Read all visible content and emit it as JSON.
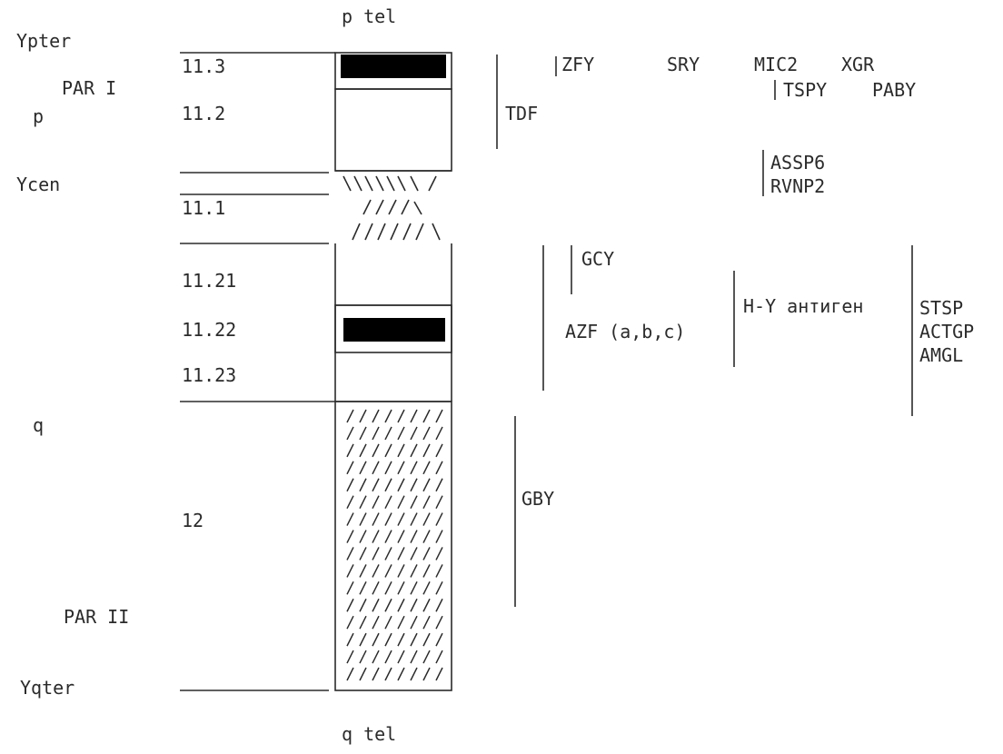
{
  "tel": {
    "top": "p tel",
    "bottom": "q tel"
  },
  "left_labels": {
    "ypter": "Ypter",
    "par1": "PAR I",
    "p": "p",
    "ycen": "Ycen",
    "q": "q",
    "par2": "PAR II",
    "yqter": "Yqter"
  },
  "bands": [
    "11.3",
    "11.2",
    "11.1",
    "11.21",
    "11.22",
    "11.23",
    "12"
  ],
  "genes": {
    "zfy": "ZFY",
    "sry": "SRY",
    "mic2": "MIC2",
    "xgr": "XGR",
    "tspy": "TSPY",
    "paby": "PABY",
    "tdf": "TDF",
    "assp6": "ASSP6",
    "rvnp2": "RVNP2",
    "gcy": "GCY",
    "azf": "AZF (a,b,c)",
    "hy": "H-Y антиген",
    "stsp": "STSP",
    "actgp": "ACTGP",
    "amgl": "AMGL",
    "gby": "GBY"
  },
  "colors": {
    "ink": "#2b2b2b",
    "fill": "#000000"
  },
  "hatch_rows": 16
}
